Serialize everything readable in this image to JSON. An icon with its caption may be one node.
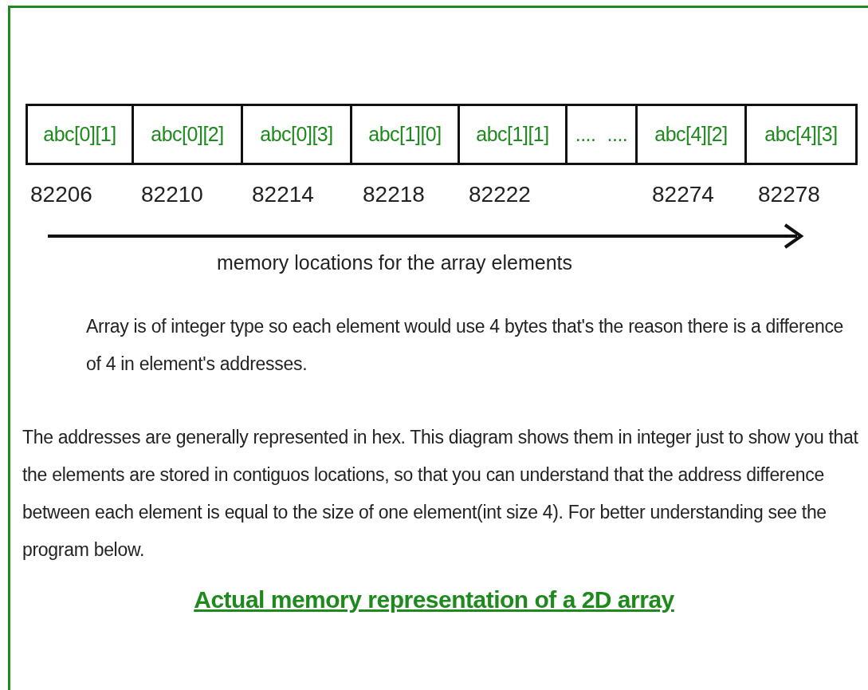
{
  "diagram": {
    "caption": "Actual memory representation of a 2D array",
    "nodes": [
      {
        "text": [
          "abc[0][1]"
        ]
      },
      {
        "text": [
          "abc[0][2]"
        ]
      },
      {
        "text": [
          "abc[0][3]"
        ]
      },
      {
        "text": [
          "abc[1][0]"
        ]
      },
      {
        "text": [
          "abc[1][1]"
        ]
      },
      {
        "text": [
          "....",
          "...."
        ]
      },
      {
        "text": [
          "abc[4][2]"
        ]
      },
      {
        "text": [
          "abc[4][3]"
        ]
      }
    ],
    "labels": [
      "82206",
      "82210",
      "82214",
      "82218",
      "82222",
      "82274",
      "82278",
      "memory locations for the array elements",
      "Array is of integer type so each element would use 4 bytes that's the reason there is a difference of 4 in element's addresses.",
      "The addresses are generally represented in hex. This diagram shows them in integer just to show you that the elements are stored in contiguos locations, so that you can understand  that the address difference between each element is equal to the size of one element(int size 4). For better understanding see the program below."
    ]
  }
}
